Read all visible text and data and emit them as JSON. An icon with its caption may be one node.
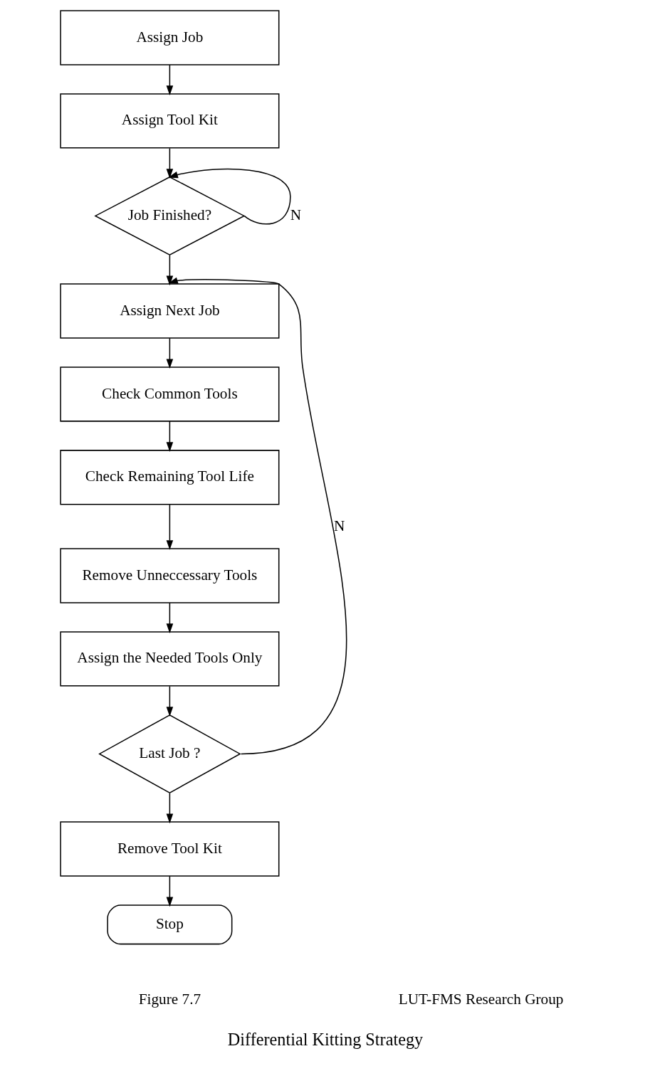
{
  "diagram": {
    "caption": "Differential Kitting Strategy",
    "nodes": [
      {
        "text": [
          "Assign Job"
        ]
      },
      {
        "text": [
          "Assign Tool Kit"
        ]
      },
      {
        "text": [
          "Job Finished?"
        ]
      },
      {
        "text": [
          "Assign Next Job"
        ]
      },
      {
        "text": [
          "Check Common Tools"
        ]
      },
      {
        "text": [
          "Check Remaining Tool Life"
        ]
      },
      {
        "text": [
          "Remove Unneccessary Tools"
        ]
      },
      {
        "text": [
          "Assign the Needed Tools Only"
        ]
      },
      {
        "text": [
          "Last Job ?"
        ]
      },
      {
        "text": [
          "Remove Tool Kit"
        ]
      },
      {
        "text": [
          "Stop"
        ]
      }
    ],
    "edges": [
      {
        "from": 0,
        "to": 1,
        "arrow": "to"
      },
      {
        "from": 1,
        "to": 2,
        "arrow": "to"
      },
      {
        "from": 2,
        "to": 2,
        "arrow": "to",
        "label": "N"
      },
      {
        "from": 2,
        "to": 3,
        "arrow": "to"
      },
      {
        "from": 3,
        "to": 4,
        "arrow": "to"
      },
      {
        "from": 4,
        "to": 5,
        "arrow": "to"
      },
      {
        "from": 5,
        "to": 6,
        "arrow": "to"
      },
      {
        "from": 6,
        "to": 7,
        "arrow": "to"
      },
      {
        "from": 7,
        "to": 8,
        "arrow": "to"
      },
      {
        "from": 8,
        "to": 3,
        "arrow": "to",
        "label": "N"
      },
      {
        "from": 8,
        "to": 9,
        "arrow": "to"
      },
      {
        "from": 9,
        "to": 10,
        "arrow": "to"
      }
    ],
    "labels": [
      "Figure 7.7",
      "LUT-FMS Research Group"
    ]
  }
}
